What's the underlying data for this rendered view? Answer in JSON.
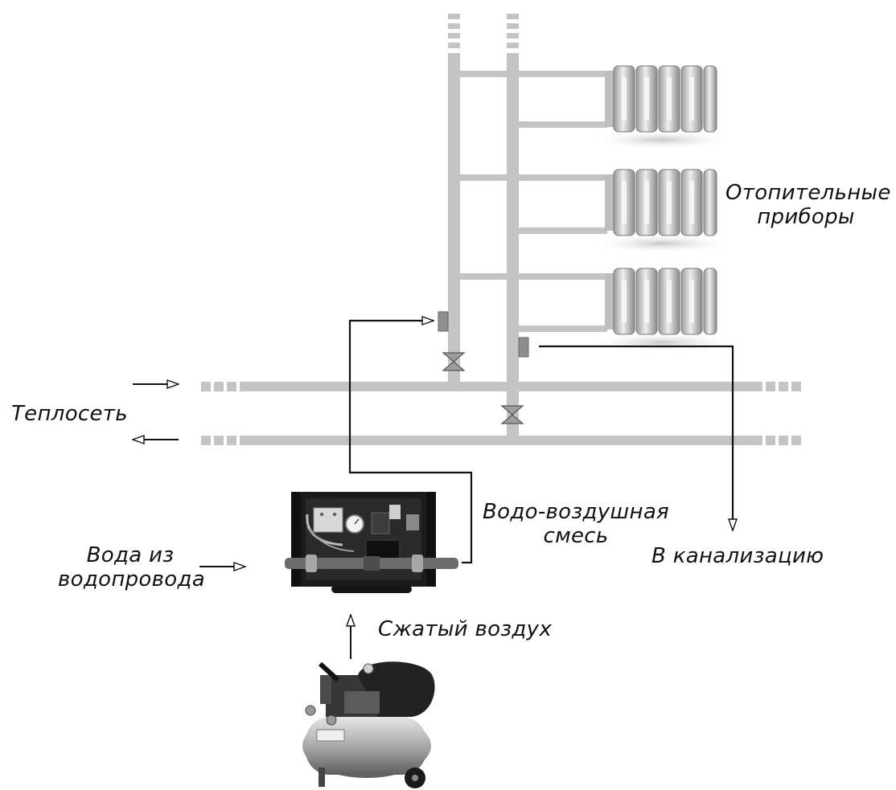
{
  "labels": {
    "heating_devices_line1": "Отопительные",
    "heating_devices_line2": "приборы",
    "heating_network": "Теплосеть",
    "water_air_mix_line1": "Водо-воздушная",
    "water_air_mix_line2": "смесь",
    "to_sewer": "В канализацию",
    "tap_water_line1": "Вода из",
    "tap_water_line2": "водопровода",
    "compressed_air": "Сжатый воздух"
  },
  "colors": {
    "pipe": "#c4c4c4",
    "radiator": "#d2d2d2",
    "line": "#111111",
    "unit_body": "#1b1b1b"
  },
  "icons": {
    "valve": "valve-icon",
    "radiator": "radiator-icon",
    "flushing_unit": "flushing-unit-icon",
    "compressor": "air-compressor-icon"
  }
}
